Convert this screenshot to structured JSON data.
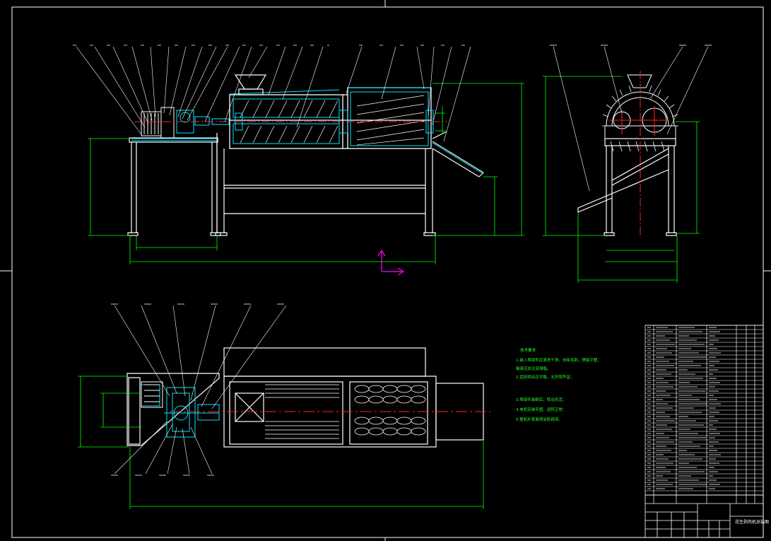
{
  "drawing": {
    "background": "#000000",
    "line_colors": {
      "outline": "#ffffff",
      "dimension": "#00ff00",
      "part": "#00e5ff",
      "center": "#ff2222",
      "ucs": "#ff00ff"
    }
  },
  "notes": {
    "title": "技术要求",
    "lines": [
      "1.装入零部件应清洗干净，去除毛刺，焊接平整；",
      "轴承应加注润滑脂。",
      "2.齿轮啮合应平稳，无异常声音；",
      "3.零部件装配后，转动灵活；",
      "4.电机安装牢固，运转正常；",
      "5.整机外表面喷涂防锈漆。"
    ]
  },
  "title_block": {
    "name": "花生剥壳机总装图"
  }
}
